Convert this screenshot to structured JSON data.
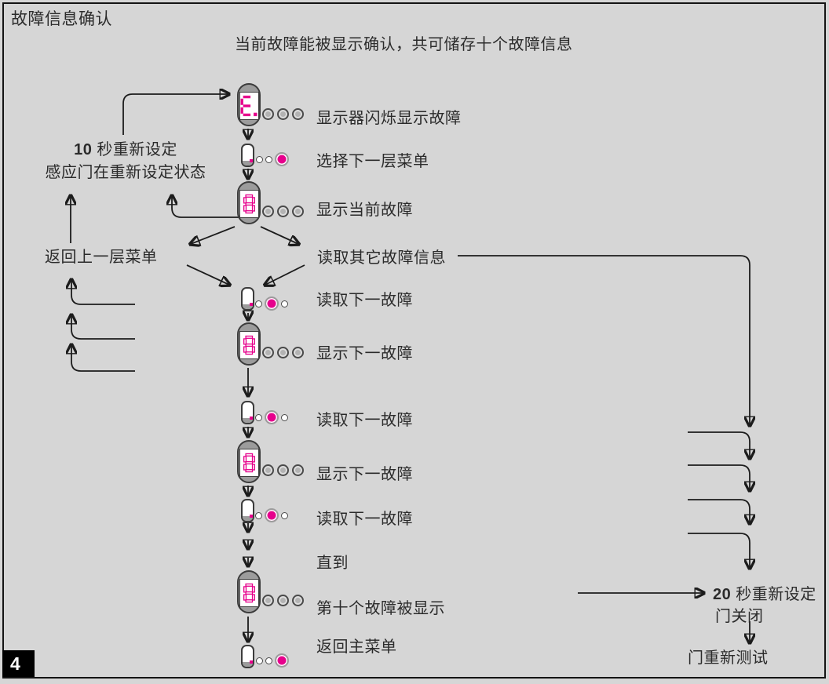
{
  "page": {
    "title": "故障信息确认",
    "subtitle": "当前故障能被显示确认，共可储存十个故障信息",
    "page_number": "4",
    "colors": {
      "background": "#d6d6d6",
      "accent_magenta": "#e6008c",
      "line": "#1c1c1c",
      "text": "#2b2b2b"
    }
  },
  "left_notes": {
    "reset10_num": "10",
    "reset10_rest": " 秒重新设定",
    "reset10_line2": "感应门在重新设定状态",
    "back_menu": "返回上一层菜单"
  },
  "right_notes": {
    "read_other": "读取其它故障信息",
    "reset20_num": "20",
    "reset20_rest": " 秒重新设定",
    "door_closed": "门关闭",
    "door_retest": "门重新测试"
  },
  "flow": {
    "steps": [
      {
        "icon": "seven-segment-display",
        "digit": "E.",
        "led_pattern": [
          "gray",
          "gray",
          "gray"
        ],
        "label": "显示器闪烁显示故障"
      },
      {
        "icon": "program-button",
        "led_pattern": [
          "small-white",
          "small-white",
          "big-magenta"
        ],
        "label": "选择下一层菜单"
      },
      {
        "icon": "seven-segment-display",
        "digit": "8",
        "led_pattern": [
          "gray",
          "gray",
          "gray"
        ],
        "label": "显示当前故障"
      },
      {
        "icon": "program-button",
        "led_pattern": [
          "small-white",
          "big-magenta",
          "small-white"
        ],
        "label": "读取下一故障"
      },
      {
        "icon": "seven-segment-display",
        "digit": "8",
        "led_pattern": [
          "gray",
          "gray",
          "gray"
        ],
        "label": "显示下一故障"
      },
      {
        "icon": "program-button",
        "led_pattern": [
          "small-white",
          "big-magenta",
          "small-white"
        ],
        "label": "读取下一故障"
      },
      {
        "icon": "seven-segment-display",
        "digit": "8",
        "led_pattern": [
          "gray",
          "gray",
          "gray"
        ],
        "label": "显示下一故障"
      },
      {
        "icon": "program-button",
        "led_pattern": [
          "small-white",
          "big-magenta",
          "small-white"
        ],
        "label": "读取下一故障"
      },
      {
        "icon": "none",
        "label": "直到"
      },
      {
        "icon": "seven-segment-display",
        "digit": "8",
        "led_pattern": [
          "gray",
          "gray",
          "gray"
        ],
        "label": "第十个故障被显示"
      },
      {
        "icon": "program-button",
        "led_pattern": [
          "small-white",
          "small-white",
          "big-magenta"
        ],
        "label": "返回主菜单"
      }
    ]
  }
}
